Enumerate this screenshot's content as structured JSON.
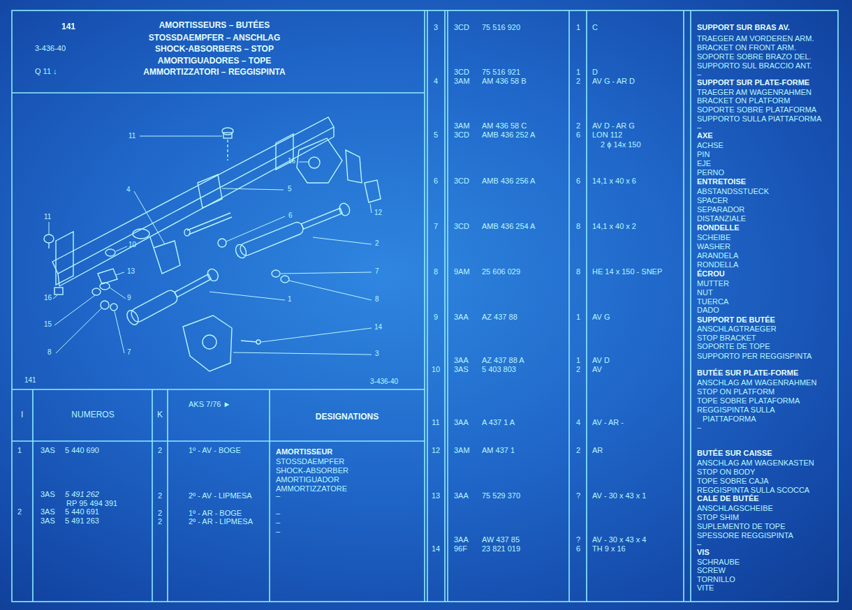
{
  "diagram": {
    "title": "AMORTISSEURS – BUTÉES",
    "labels": [
      "141",
      "3-436-40",
      "Q 11 ↓",
      "STOSSDAEMPFER – ANSCHLAG",
      "SHOCK-ABSORBERS – STOP",
      "AMORTIGUADORES – TOPE",
      "AMMORTIZZATORI – REGGISPINTA",
      "11",
      "16",
      "4",
      "5",
      "12",
      "6",
      "2",
      "11",
      "10",
      "13",
      "7",
      "9",
      "1",
      "8",
      "16",
      "15",
      "14",
      "8",
      "7",
      "3",
      "141",
      "3-436-40",
      "I",
      "NUMEROS",
      "K",
      "AKS 7/76 ►",
      "DESIGNATIONS",
      "1",
      "3AS",
      "5 440 690",
      "2",
      "1º - AV - BOGE",
      "AMORTISSEUR",
      "STOSSDAEMPFER",
      "SHOCK-ABSORBER",
      "AMORTIGUADOR",
      "AMMORTIZZATORE",
      "3AS",
      "5 491 262",
      "2",
      "2º - AV - LIPMESA",
      "–",
      "RP 95 494 391",
      "2",
      "3AS",
      "5 440 691",
      "2",
      "1º - AR - BOGE",
      "–",
      "3AS",
      "5 491 263",
      "2",
      "2º - AR - LIPMESA",
      "–",
      "–",
      "3",
      "3CD",
      "75 516 920",
      "1",
      "C",
      "SUPPORT SUR BRAS AV.",
      "TRAEGER AM VORDEREN ARM.",
      "BRACKET ON FRONT ARM.",
      "SOPORTE SOBRE BRAZO DEL.",
      "SUPPORTO SUL BRACCIO ANT.",
      "–",
      "3CD",
      "75 516 921",
      "1",
      "D",
      "4",
      "3AM",
      "AM 436 58 B",
      "2",
      "AV G - AR D",
      "SUPPORT SUR PLATE-FORME",
      "TRAEGER AM WAGENRAHMEN",
      "BRACKET ON PLATFORM",
      "SOPORTE SOBRE PLATAFORMA",
      "SUPPORTO SULLA PIATTAFORMA",
      "–",
      "3AM",
      "AM 436 58 C",
      "2",
      "AV D - AR G",
      "5",
      "3CD",
      "AMB 436 252 A",
      "6",
      "LON 112",
      "2 ϕ 14x 150",
      "AXE",
      "ACHSE",
      "PIN",
      "EJE",
      "PERNO",
      "6",
      "3CD",
      "AMB 436 256 A",
      "6",
      "14,1 x 40 x 6",
      "ENTRETOISE",
      "ABSTANDSSTUECK",
      "SPACER",
      "SEPARADOR",
      "DISTANZIALE",
      "7",
      "3CD",
      "AMB 436 254 A",
      "8",
      "14,1 x 40 x 2",
      "RONDELLE",
      "SCHEIBE",
      "WASHER",
      "ARANDELA",
      "RONDELLA",
      "8",
      "9AM",
      "25 606 029",
      "8",
      "HE 14 x 150 - SNEP",
      "ÉCROU",
      "MUTTER",
      "NUT",
      "TUERCA",
      "DADO",
      "9",
      "3AA",
      "AZ 437 88",
      "1",
      "AV G",
      "SUPPORT DE BUTÉE",
      "ANSCHLAGTRAEGER",
      "STOP BRACKET",
      "SOPORTE DE TOPE",
      "SUPPORTO PER REGGISPINTA",
      "3AA",
      "AZ 437 88 A",
      "1",
      "AV D",
      "10",
      "3AS",
      "5 403 803",
      "2",
      "AV",
      "BUTÉE SUR PLATE-FORME",
      "ANSCHLAG AM WAGENRAHMEN",
      "STOP ON PLATFORM",
      "TOPE SOBRE PLATAFORMA",
      "REGGISPINTA SULLA",
      "PIATTAFORMA",
      "–",
      "11",
      "3AA",
      "A 437 1 A",
      "4",
      "AV - AR -",
      "12",
      "3AM",
      "AM 437 1",
      "2",
      "AR",
      "BUTÉE SUR CAISSE",
      "ANSCHLAG AM WAGENKASTEN",
      "STOP ON BODY",
      "TOPE SOBRE CAJA",
      "REGGISPINTA SULLA SCOCCA",
      "13",
      "3AA",
      "75 529 370",
      "?",
      "AV - 30 x 43 x 1",
      "CALE DE BUTÉE",
      "ANSCHLAGSCHEIBE",
      "STOP SHIM",
      "SUPLEMENTO DE TOPE",
      "SPESSORE REGGISPINTA",
      "–",
      "3AA",
      "AW 437 85",
      "?",
      "AV - 30 x 43 x 4",
      "14",
      "96F",
      "23 821 019",
      "6",
      "TH 9 x 16",
      "VIS",
      "SCHRAUBE",
      "SCREW",
      "TORNILLO",
      "VITE"
    ]
  }
}
